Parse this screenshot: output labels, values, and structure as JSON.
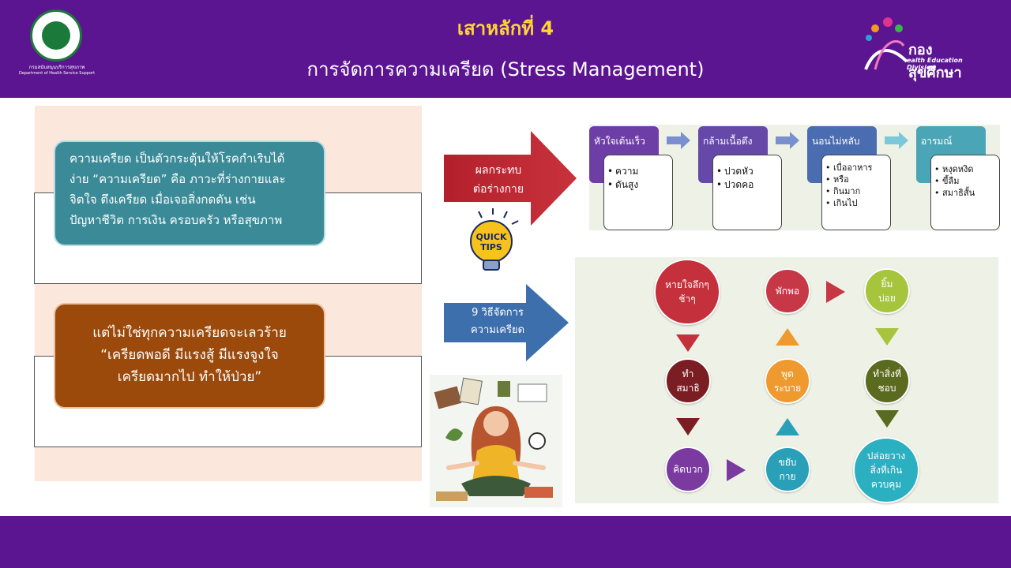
{
  "header": {
    "title": "เสาหลักที่ 4",
    "subtitle": "การจัดการความเครียด (Stress Management)",
    "logo_left_line1": "กรมสนับสนุนบริการสุขภาพ",
    "logo_left_line2": "Department of Health Service Support",
    "logo_right_text": "กองสุขศึกษา",
    "logo_right_sub": "ealth Education Division"
  },
  "left": {
    "definition_lines": [
      "ความเครียด  เป็นตัวกระตุ้นให้โรคกำเริบได้",
      "ง่าย “ความเครียด” คือ ภาวะที่ร่างกายและ",
      "จิตใจ   ตึงเครียด เมื่อเจอสิ่งกดดัน เช่น",
      "ปัญหาชีวิต การเงิน ครอบครัว หรือสุขภาพ"
    ],
    "note_lines": [
      "แต่ไม่ใช่ทุกความเครียดจะเลวร้าย",
      "“เครียดพอดี มีแรงสู้ มีแรงจูงใจ",
      "เครียดมากไป ทำให้ป่วย”"
    ]
  },
  "arrows": {
    "impact_line1": "ผลกระทบ",
    "impact_line2": "ต่อร่างกาย",
    "methods_line1": "9  วิธีจัดการ",
    "methods_line2": "ความเครียด"
  },
  "impacts": [
    {
      "header": "หัวใจเต้นเร็ว",
      "lines": [
        "ความ",
        "ดันสูง"
      ],
      "color": "#6d3fa6"
    },
    {
      "header": "กล้ามเนื้อตึง",
      "lines": [
        "ปวดหัว",
        "ปวดคอ"
      ],
      "color": "#6548a8"
    },
    {
      "header": "นอนไม่หลับ",
      "lines": [
        "เบื่ออาหาร",
        "หรือ",
        "กินมาก",
        "เกินไป"
      ],
      "color": "#4a6cb0"
    },
    {
      "header": "อารมณ์",
      "lines": [
        "หงุดหงิด",
        "ขี้ลืม",
        "สมาธิสั้น"
      ],
      "color": "#4aa6b6"
    }
  ],
  "methods": [
    {
      "label": "หายใจลึกๆ ช้าๆ",
      "color": "#c4303b"
    },
    {
      "label": "พักพอ",
      "color": "#c63845"
    },
    {
      "label": "ยิ้ม บ่อย",
      "color": "#a6c43c"
    },
    {
      "label": "ทำ สมาธิ",
      "color": "#7a1e24"
    },
    {
      "label": "พูด ระบาย",
      "color": "#ef9a2e"
    },
    {
      "label": "ทำสิ่งที่ ชอบ",
      "color": "#5a6a1e"
    },
    {
      "label": "คิดบวก",
      "color": "#7a3aa0"
    },
    {
      "label": "ขยับ กาย",
      "color": "#2aa0b8"
    },
    {
      "label": "ปล่อยวาง สิ่งที่เกิน ควบคุม",
      "color": "#2ab0c0"
    }
  ],
  "tips_badge": "QUICK TIPS"
}
